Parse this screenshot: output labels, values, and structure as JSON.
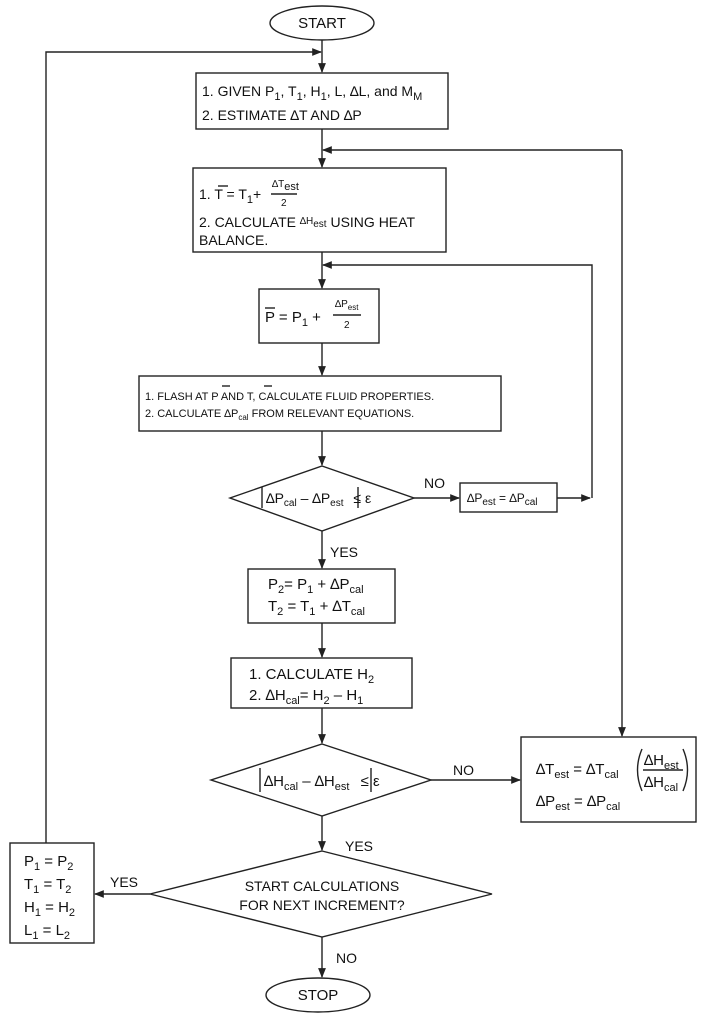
{
  "terminals": {
    "start": "START",
    "stop": "STOP"
  },
  "box1": {
    "line1": {
      "prefix": "1. GIVEN P",
      "sub1": "1",
      "a": ", T",
      "sub2": "1",
      "b": ", H",
      "sub3": "1",
      "c": ", L, ∆L, and M",
      "sub4": "M"
    },
    "line2": "2. ESTIMATE ∆T AND ∆P"
  },
  "box2": {
    "line1": {
      "prefix": "1. T = T",
      "sub": "1",
      "plus": "+",
      "num": "∆T",
      "num_sub": "est",
      "den": "2"
    },
    "line2": {
      "prefix": "2. CALCULATE ",
      "dh": "∆H",
      "dh_sub": "est",
      "suffix": " USING HEAT"
    },
    "line3": "BALANCE."
  },
  "box3": {
    "prefix": "P = P",
    "sub": "1",
    "plus": " + ",
    "num": "∆P",
    "num_sub": "est",
    "den": "2"
  },
  "box4": {
    "line1": "1. FLASH AT P AND T, CALCULATE FLUID PROPERTIES.",
    "line2": {
      "prefix": "2. CALCULATE ∆P",
      "sub": "cal",
      "suffix": " FROM RELEVANT EQUATIONS."
    }
  },
  "decision1": {
    "a": "∆P",
    "a_sub": "cal",
    "minus": " – ∆P",
    "b_sub": "est",
    "cmp": " ≤ ε"
  },
  "update_p": {
    "a": "∆P",
    "a_sub": "est",
    "eq": " = ∆P",
    "b_sub": "cal"
  },
  "box5": {
    "line1": {
      "a": "P",
      "a_sub": "2",
      "rest": "= P",
      "b_sub": "1",
      "c": " + ∆P",
      "c_sub": "cal"
    },
    "line2": {
      "a": "T",
      "a_sub": "2",
      "rest": " = T",
      "b_sub": "1",
      "c": " + ∆T",
      "c_sub": "cal"
    }
  },
  "box6": {
    "line1": {
      "prefix": "1. CALCULATE H",
      "sub": "2"
    },
    "line2": {
      "a": "2. ∆H",
      "a_sub": "cal",
      "rest": "= H",
      "b_sub": "2",
      "c": " – H",
      "c_sub": "1"
    }
  },
  "decision2": {
    "a": "∆H",
    "a_sub": "cal",
    "minus": " – ∆H",
    "b_sub": "est",
    "cmp": " ≤ ε"
  },
  "update_box": {
    "l1a": "∆T",
    "l1a_sub": "est",
    "l1b": " = ∆T",
    "l1b_sub": "cal",
    "num": "∆H",
    "num_sub": "est",
    "den": "∆H",
    "den_sub": "cal",
    "l2a": "∆P",
    "l2a_sub": "est",
    "l2b": " = ∆P",
    "l2b_sub": "cal"
  },
  "decision3": {
    "line1": "START CALCULATIONS",
    "line2": "FOR NEXT INCREMENT?"
  },
  "reset_box": [
    {
      "a": "P",
      "a_sub": "1",
      "eq": " = P",
      "b_sub": "2"
    },
    {
      "a": "T",
      "a_sub": "1",
      "eq": " = T",
      "b_sub": "2"
    },
    {
      "a": "H",
      "a_sub": "1",
      "eq": " = H",
      "b_sub": "2"
    },
    {
      "a": "L",
      "a_sub": "1",
      "eq": " = L",
      "b_sub": "2"
    }
  ],
  "labels": {
    "yes": "YES",
    "no": "NO"
  }
}
